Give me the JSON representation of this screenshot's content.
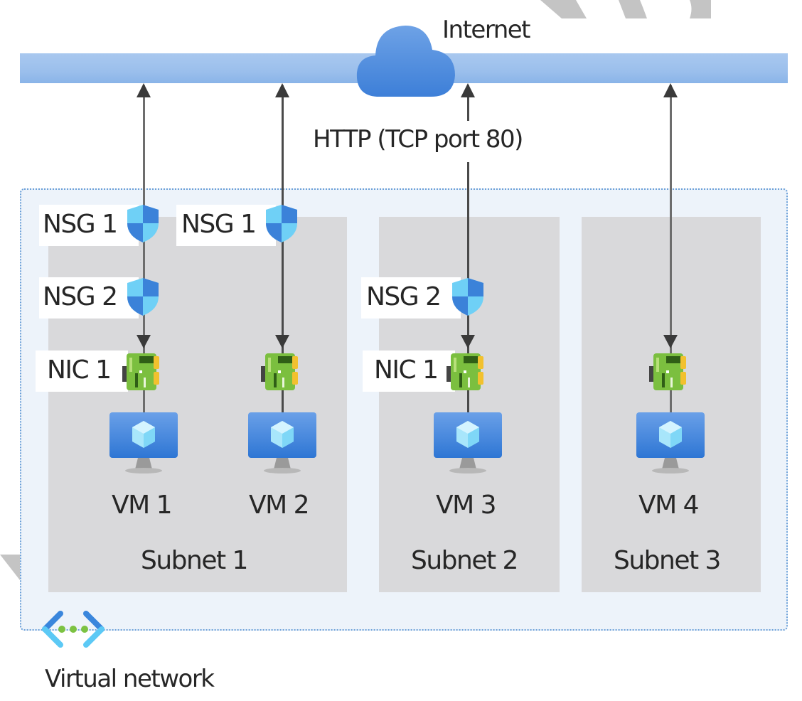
{
  "diagram": {
    "internet_label": "Internet",
    "http_label": "HTTP (TCP port 80)",
    "vnet_label": "Virtual network",
    "subnets": [
      {
        "label": "Subnet 1"
      },
      {
        "label": "Subnet 2"
      },
      {
        "label": "Subnet 3"
      }
    ],
    "vms": [
      {
        "label": "VM 1",
        "subnet": "Subnet 1",
        "nsg_labels": [
          "NSG 1",
          "NSG 2"
        ],
        "nic_label": "NIC 1",
        "traffic": "bidirectional"
      },
      {
        "label": "VM 2",
        "subnet": "Subnet 1",
        "nsg_labels": [
          "NSG 1"
        ],
        "nic_label": "",
        "traffic": "bidirectional"
      },
      {
        "label": "VM 3",
        "subnet": "Subnet 2",
        "nsg_labels": [
          "NSG 2"
        ],
        "nic_label": "NIC 1",
        "traffic": "HTTP (TCP port 80)"
      },
      {
        "label": "VM 4",
        "subnet": "Subnet 3",
        "nsg_labels": [],
        "nic_label": "",
        "traffic": "bidirectional"
      }
    ],
    "colors": {
      "internet_bar": "#9bbfec",
      "cloud": "#4a89dc",
      "vnet_bg": "#edf3fa",
      "vnet_border": "#6a9fd8",
      "subnet_bg": "#d9d9db",
      "nsg_shield_light": "#6fd0f6",
      "nsg_shield_dark": "#3b82d9",
      "nic_green": "#7bbf3f",
      "vm_blue": "#3f86dc"
    }
  }
}
